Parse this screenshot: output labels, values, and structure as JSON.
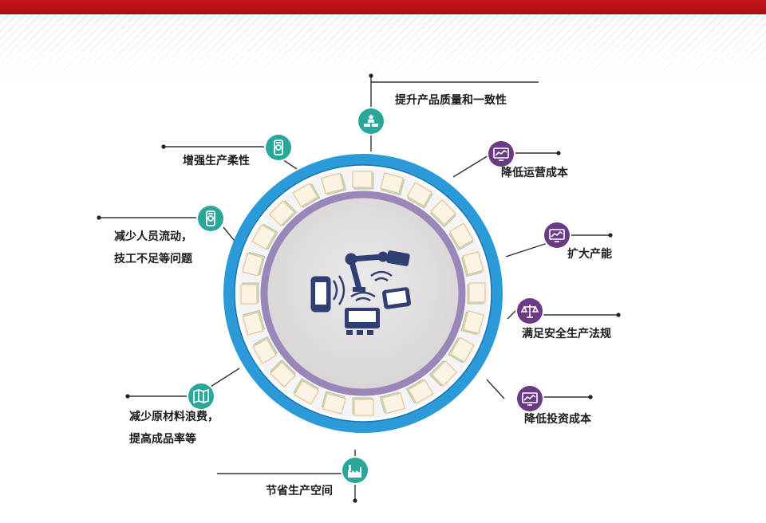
{
  "labels": {
    "top": "提升产品质量和一致性",
    "flexibility": "增强生产柔性",
    "operating_cost": "降低运营成本",
    "capacity": "扩大产能",
    "staff_line1": "减少人员流动，",
    "staff_line2": "技工不足等问题",
    "safety": "满足安全生产法规",
    "investment": "降低投资成本",
    "material_line1": "减少原材料浪费，",
    "material_line2": "提高成品率等",
    "space": "节省生产空间"
  },
  "icons": {
    "top": "gold-bars-icon",
    "flexibility": "money-phone-icon",
    "operating_cost": "chart-monitor-icon",
    "capacity": "chart-monitor-icon",
    "staff": "money-phone-icon",
    "safety": "scales-icon",
    "investment": "chart-monitor-icon",
    "material": "map-icon",
    "space": "factory-icon"
  },
  "colors": {
    "header_red": "#c8141c",
    "ring_blue": "#2a9bd8",
    "inner_purple": "#9a86b8",
    "icon_teal": "#2aa79b",
    "icon_purple": "#6a3a82",
    "center_icons": "#2f3f73"
  }
}
